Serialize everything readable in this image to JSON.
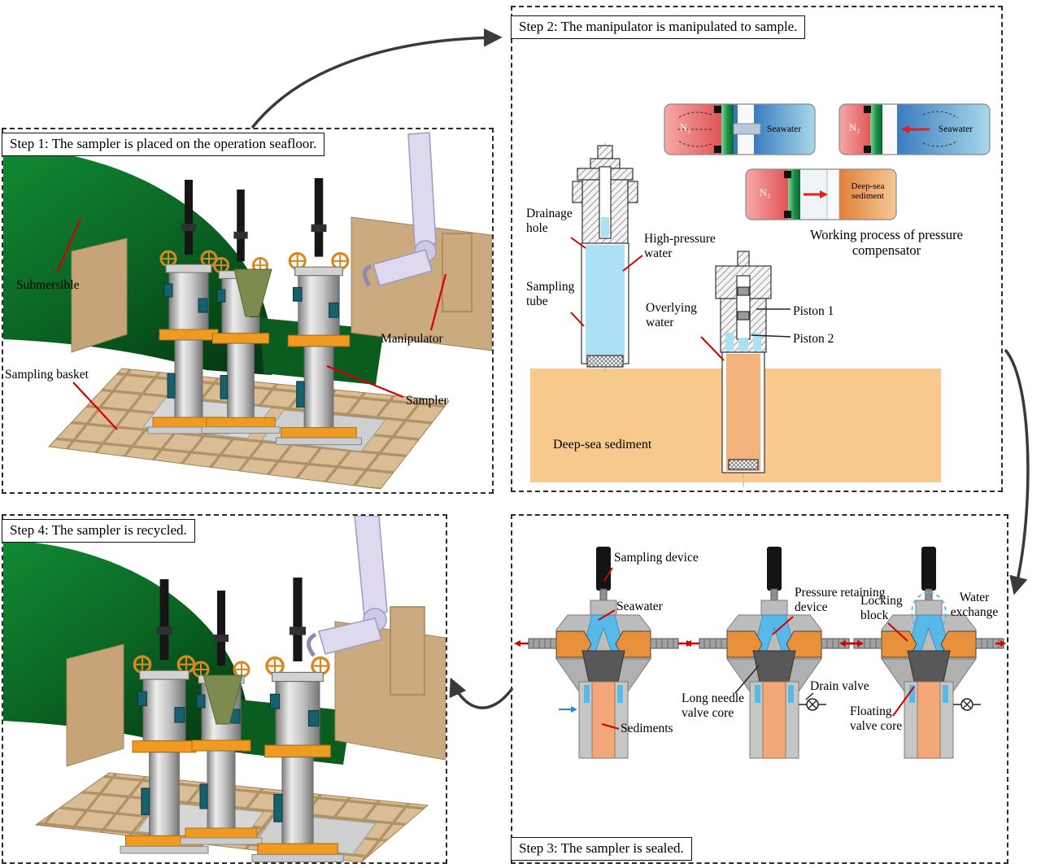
{
  "figure": {
    "step1": {
      "title": "Step 1: The sampler is placed on the operation seafloor.",
      "labels": {
        "submersible": "Submersible",
        "sampling_basket": "Sampling basket",
        "manipulator": "Manipulator",
        "sampler": "Sampler"
      }
    },
    "step2": {
      "title": "Step 2: The manipulator is manipulated to sample.",
      "labels": {
        "drainage_hole": "Drainage hole",
        "high_pressure_water": "High-pressure water",
        "sampling_tube": "Sampling tube",
        "overlying_water": "Overlying water",
        "piston_1": "Piston 1",
        "piston_2": "Piston 2",
        "deep_sea_sediment": "Deep-sea sediment",
        "compensator_caption": "Working process of pressure compensator"
      },
      "compensator": {
        "n2": "N₂",
        "seawater": "Seawater",
        "deep_sea_sediment": "Deep-sea sediment"
      }
    },
    "step3": {
      "title": "Step 3: The sampler is sealed.",
      "labels": {
        "sampling_device": "Sampling device",
        "seawater": "Seawater",
        "sediments": "Sediments",
        "pressure_retaining_device": "Pressure retaining device",
        "long_needle_valve_core": "Long needle valve core",
        "drain_valve": "Drain valve",
        "locking_block": "Locking block",
        "water_exchange": "Water exchange",
        "floating_valve_core": "Floating valve core"
      }
    },
    "step4": {
      "title": "Step 4: The sampler is recycled."
    }
  },
  "colors": {
    "pointer_red": "#d40000",
    "sediment_orange": "#f8c98c",
    "water_blue": "#ace0f7",
    "hull_green": "#0a6423",
    "basket_tan": "#dabd94",
    "frame_orange": "#ef9a20",
    "valve_orange": "#e8913a",
    "channel_blue": "#58b8e8",
    "arrow_gray": "#3a3a3a"
  }
}
